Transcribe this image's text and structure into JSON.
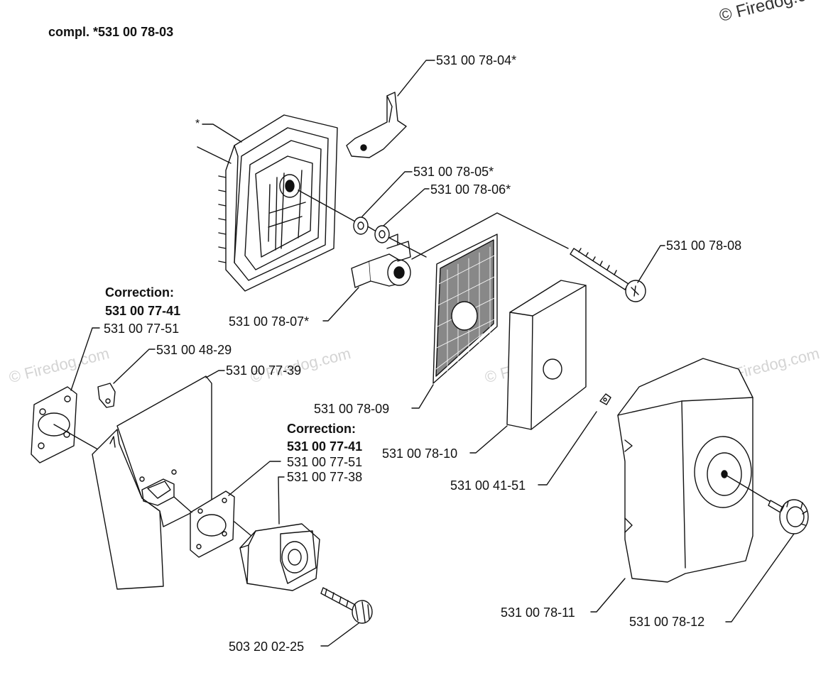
{
  "header": {
    "title": "compl. *531 00 78-03"
  },
  "watermark": {
    "text": "© Firedog.com"
  },
  "markers": {
    "star": "*"
  },
  "parts": {
    "bracket": "531 00 78-04*",
    "washer_a": "531 00 78-05*",
    "washer_b": "531 00 78-06*",
    "bolt_long": "531 00 78-08",
    "bracket_nut": "531 00 78-07*",
    "screen": "531 00 78-09",
    "foam_filter": "531 00 78-10",
    "clip": "531 00 41-51",
    "cover": "531 00 78-11",
    "knob": "531 00 78-12",
    "screw_flange": "503 20 02-25",
    "gasket_small": "531 00 48-29",
    "plate": "531 00 77-39",
    "adapter": "531 00 77-38"
  },
  "corrections": [
    {
      "heading": "Correction:",
      "number": "531 00 77-41",
      "old_part": "531 00 77-51"
    },
    {
      "heading": "Correction:",
      "number": "531 00 77-41",
      "old_part": "531 00 77-51"
    }
  ]
}
